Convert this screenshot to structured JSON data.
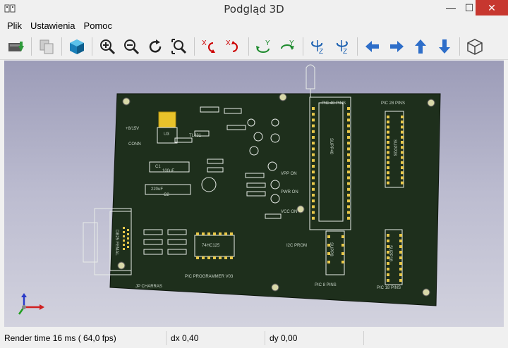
{
  "window": {
    "title": "Podgląd 3D",
    "minimize_glyph": "—",
    "maximize_glyph": "☐",
    "close_glyph": "✕"
  },
  "menu": {
    "items": [
      "Plik",
      "Ustawienia",
      "Pomoc"
    ]
  },
  "toolbar": {
    "buttons": [
      "export-icon",
      "copy-icon",
      "3d-box-icon",
      "zoom-in-icon",
      "zoom-out-icon",
      "redraw-icon",
      "zoom-fit-icon",
      "rotate-x-ccw-icon",
      "rotate-x-cw-icon",
      "rotate-y-ccw-icon",
      "rotate-y-cw-icon",
      "rotate-z-ccw-icon",
      "rotate-z-cw-icon",
      "move-left-icon",
      "move-right-icon",
      "move-up-icon",
      "move-down-icon",
      "orthographic-icon"
    ]
  },
  "board": {
    "labels": {
      "pic40": "PIC 40 PINS",
      "pic28": "PIC 28 PINS",
      "pic8": "PIC 8 PINS",
      "pic18": "PIC 18 PINS",
      "programmer": "PIC PROGRAMMER V03",
      "author": "JP CHARRAS",
      "vpp_on": "VPP ON",
      "pwr_on": "PWR ON",
      "vcc_on": "VCC ON",
      "i2c_prom": "I2C PROM",
      "cap_c1": "C1",
      "cap_c1_val": "100uF",
      "cap_c2": "C2",
      "cap_c2_val": "220uF",
      "regulator": "TL431",
      "conn": "CONN",
      "u3": "U3",
      "db25": "DB25 FEMAL",
      "u1": "SUPP40",
      "u2": "SUPP28",
      "ic3": "74HC125",
      "pwr_rail": "+8/15V",
      "u5": "SUPP18",
      "u4": "SUPP8"
    },
    "board_color": "#1e2f1c",
    "silk_color": "#e8ece8"
  },
  "status": {
    "render_time": "Render time 16 ms ( 64,0 fps)",
    "dx": "dx 0,40",
    "dy": "dy 0,00"
  }
}
